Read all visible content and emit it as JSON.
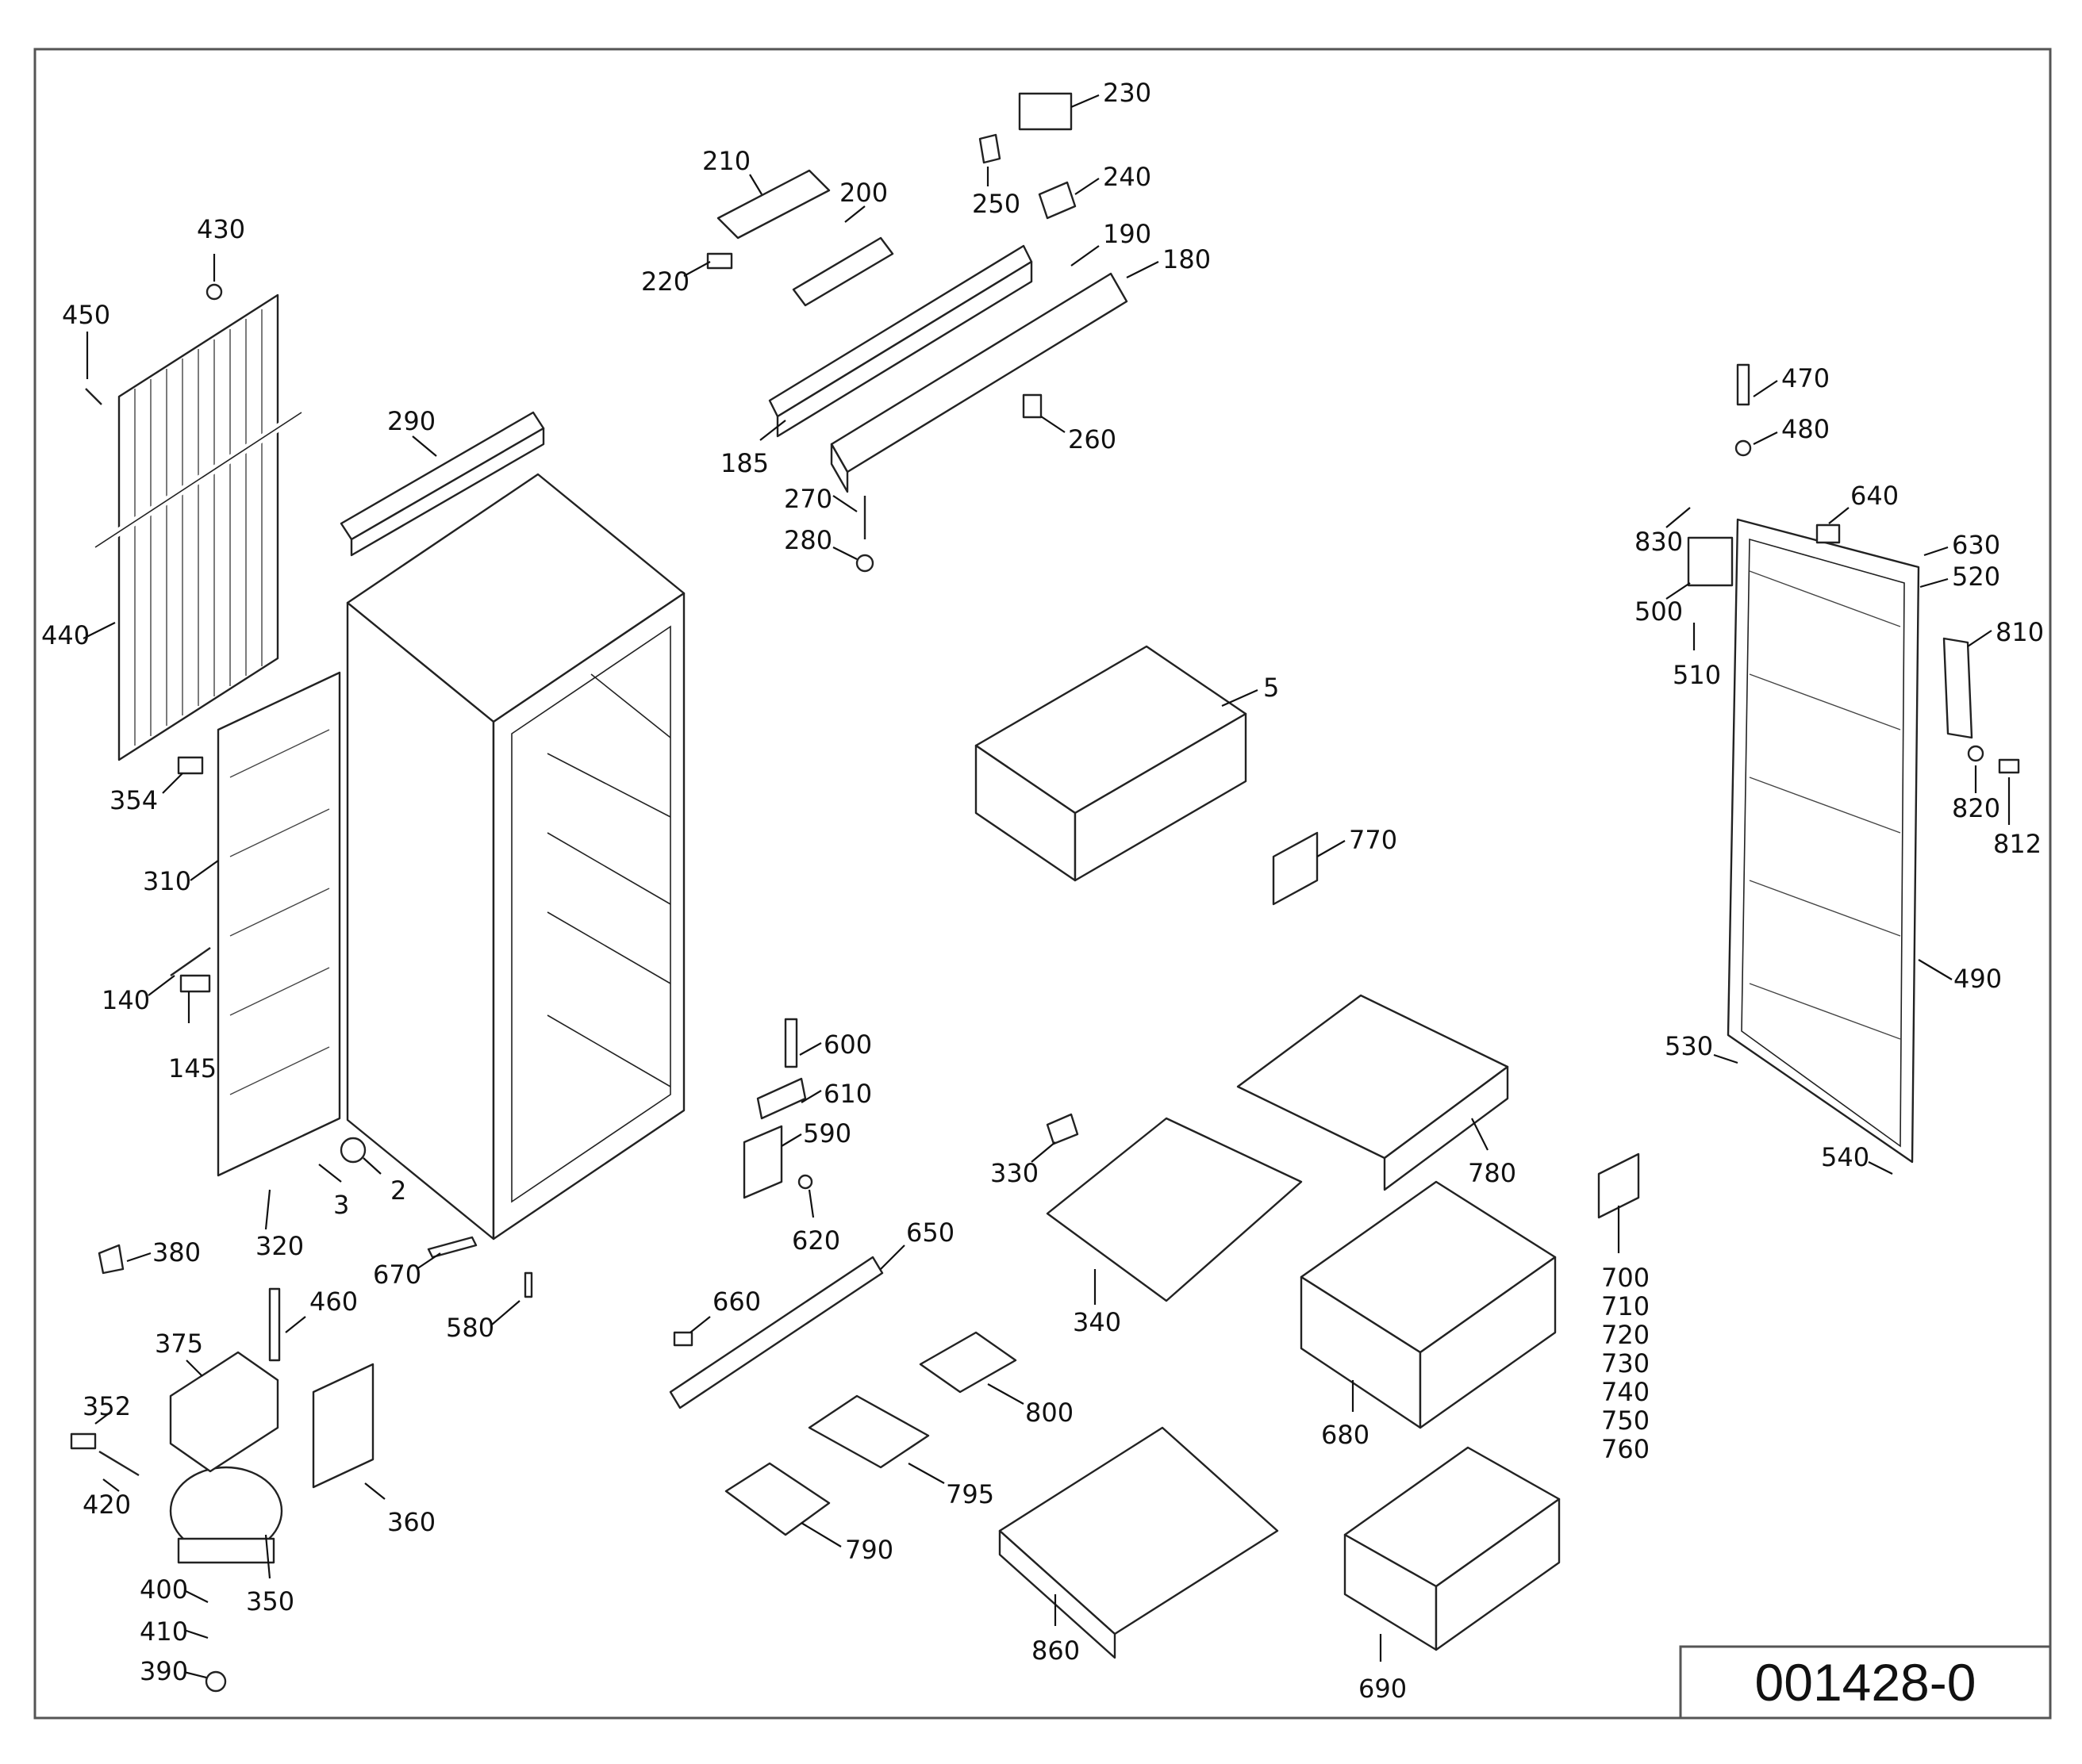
{
  "diagram_code": "001428-0",
  "callouts": [
    "2",
    "3",
    "5",
    "140",
    "145",
    "180",
    "185",
    "190",
    "200",
    "210",
    "220",
    "230",
    "240",
    "250",
    "260",
    "270",
    "280",
    "290",
    "310",
    "320",
    "330",
    "340",
    "350",
    "352",
    "354",
    "360",
    "375",
    "380",
    "390",
    "400",
    "410",
    "420",
    "430",
    "440",
    "450",
    "460",
    "470",
    "480",
    "490",
    "500",
    "510",
    "520",
    "530",
    "540",
    "580",
    "590",
    "600",
    "610",
    "620",
    "630",
    "640",
    "650",
    "660",
    "670",
    "680",
    "690",
    "700",
    "710",
    "720",
    "730",
    "740",
    "750",
    "760",
    "770",
    "780",
    "790",
    "795",
    "800",
    "810",
    "812",
    "820",
    "830",
    "860"
  ]
}
